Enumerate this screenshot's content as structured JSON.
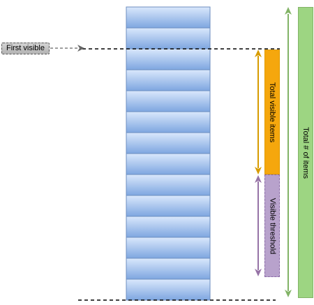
{
  "labels": {
    "first_visible": "First visible",
    "total_visible_items": "Total visible items",
    "visible_threshold": "Visible threshold",
    "total_items": "Total # of items"
  },
  "list": {
    "item_count": 14
  },
  "colors": {
    "item_top": "#dae8fc",
    "item_bottom": "#7ea6e0",
    "item_border": "#6c8ebf",
    "total_visible_fill": "#f5a70d",
    "total_visible_arrow": "#d79b00",
    "visible_threshold_fill": "#b8a2cc",
    "visible_threshold_arrow": "#9673a6",
    "total_items_fill": "#9dd582",
    "total_items_arrow": "#82b366",
    "dashed_line": "#000000",
    "pointer_arrow": "#666666"
  }
}
